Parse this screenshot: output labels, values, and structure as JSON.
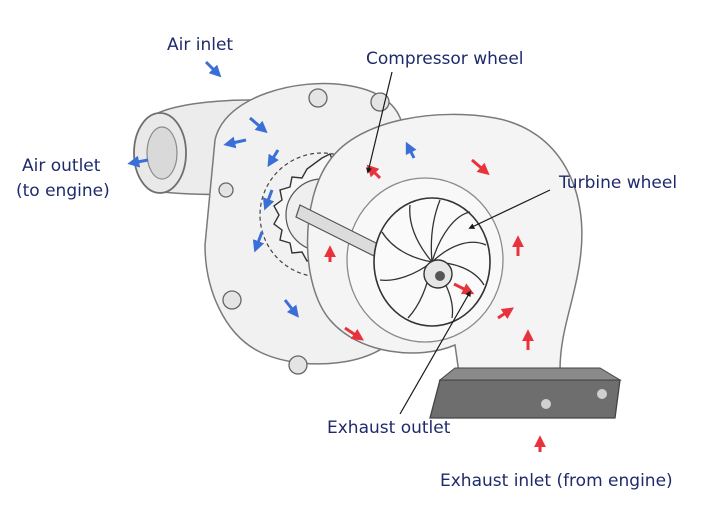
{
  "labels": {
    "air_inlet": "Air inlet",
    "compressor_wheel": "Compressor wheel",
    "air_outlet_line1": "Air outlet",
    "air_outlet_line2": "(to engine)",
    "turbine_wheel": "Turbine wheel",
    "exhaust_outlet": "Exhaust outlet",
    "exhaust_inlet": "Exhaust inlet (from engine)"
  },
  "colors": {
    "label_text": "#1f2a6b",
    "leader_line": "#1a1a1a",
    "air_flow": "#3a6fd8",
    "exhaust_flow": "#e8323c",
    "housing_fill": "#f1f1f1",
    "housing_stroke": "#7a7a7a",
    "wheel_stroke": "#333333",
    "flange_fill": "#6e6e6e"
  }
}
